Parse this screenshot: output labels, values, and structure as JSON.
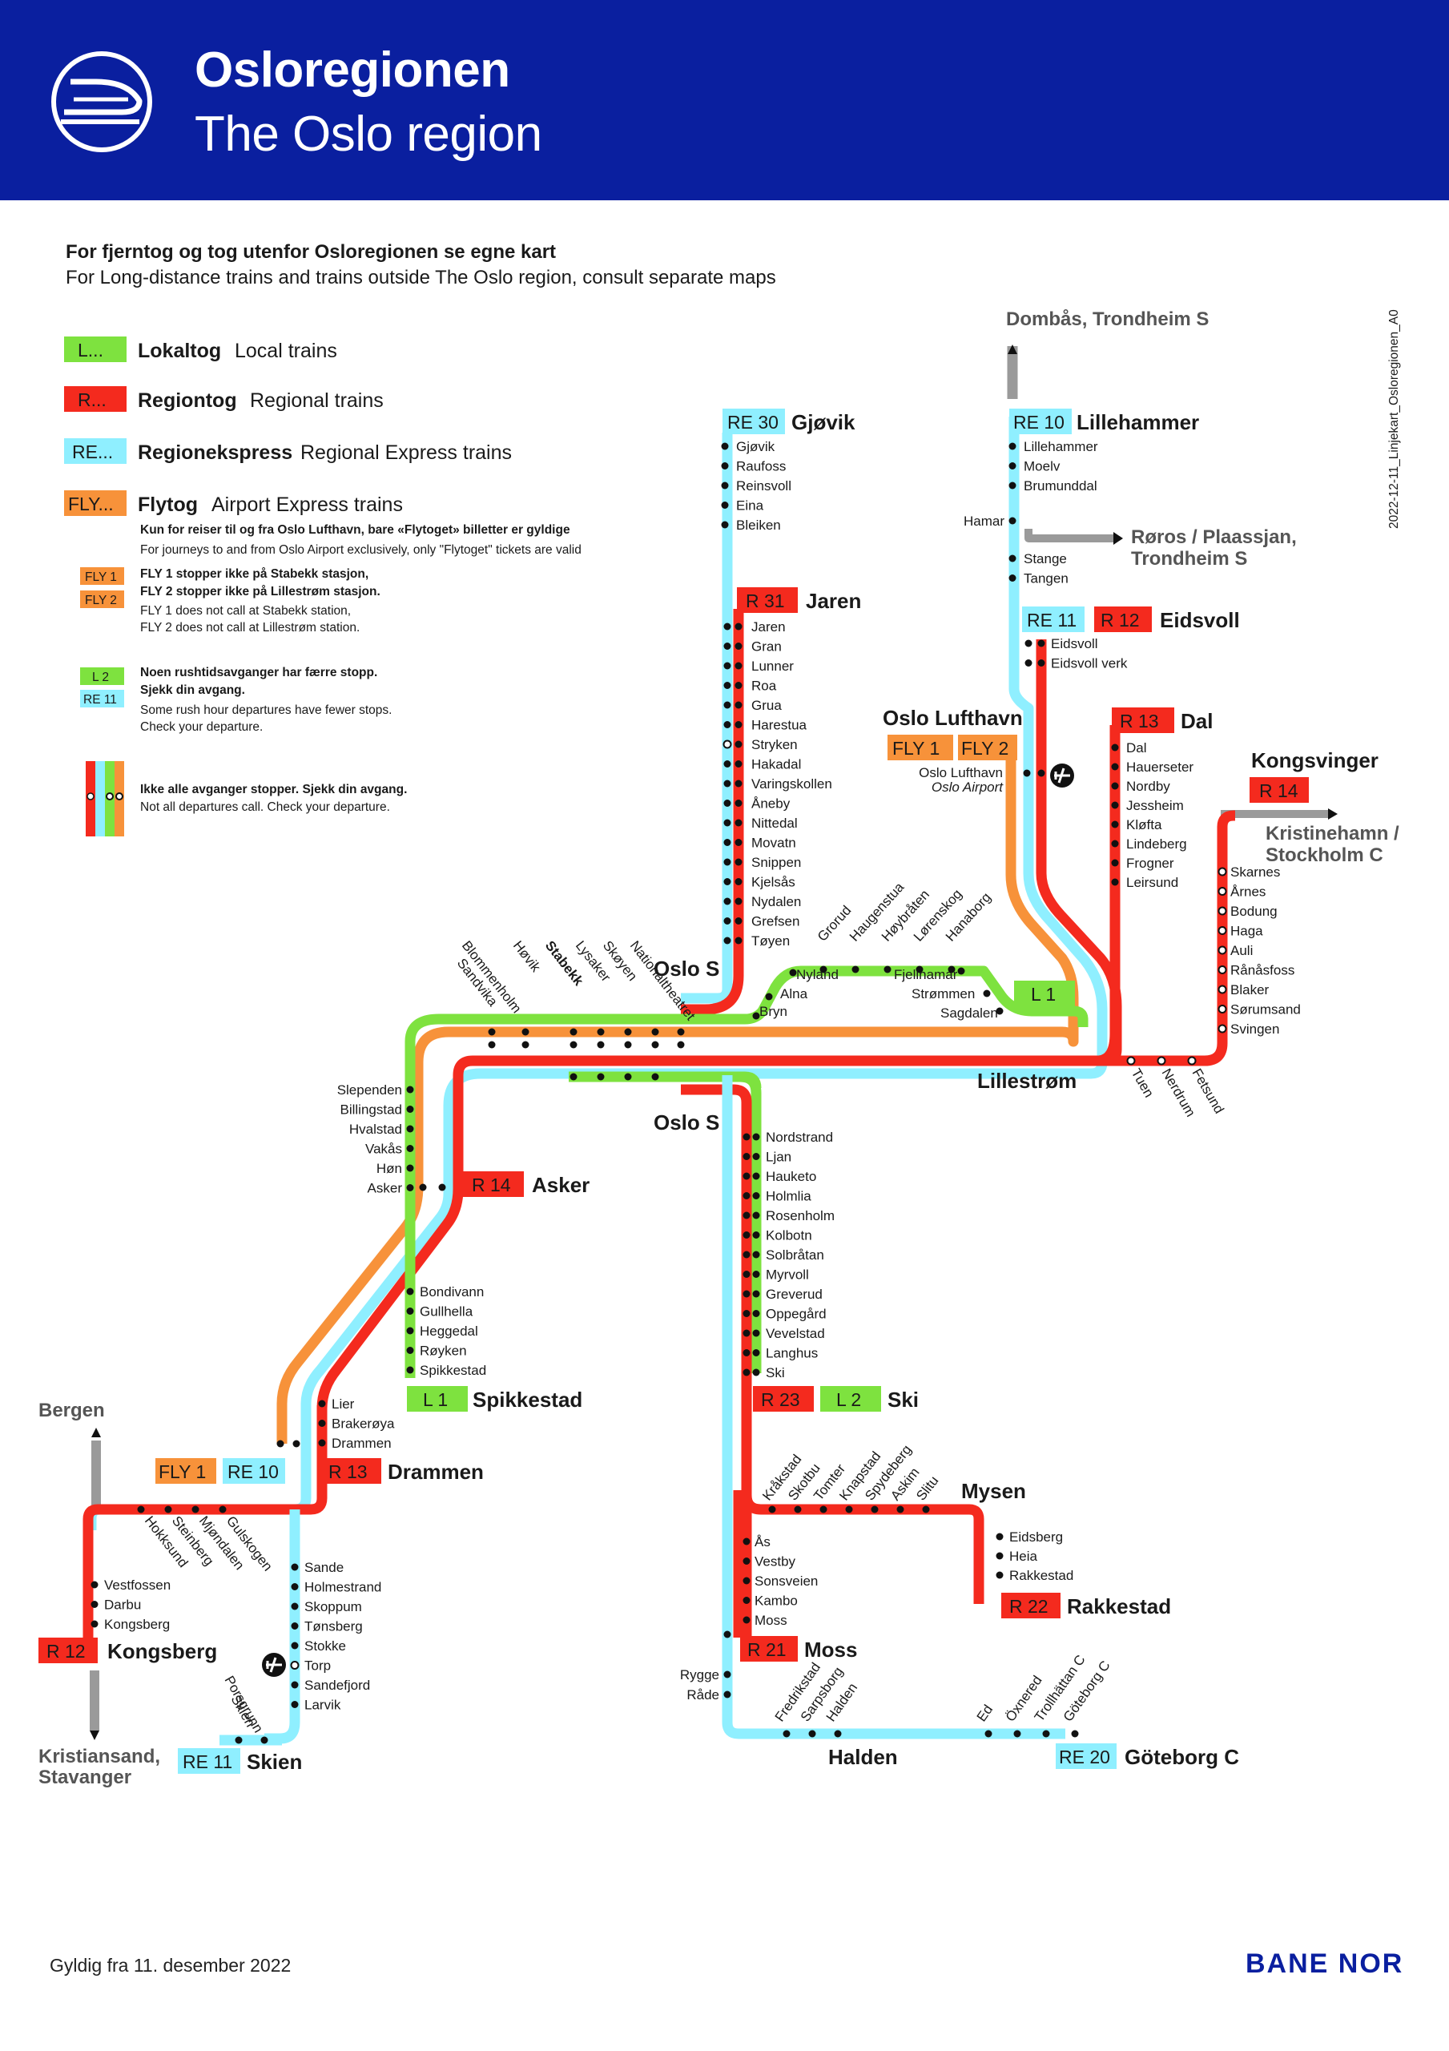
{
  "header": {
    "title_no": "Osloregionen",
    "title_en": "The Oslo region",
    "logo_icon": "train-icon"
  },
  "intro": {
    "line_no": "For fjerntog og tog utenfor Osloregionen se egne kart",
    "line_en": "For Long-distance trains and trains outside The Oslo region, consult separate maps"
  },
  "legend": {
    "local": {
      "badge": "L...",
      "bold": "Lokaltog",
      "text": "Local trains",
      "color": "#7ee23f"
    },
    "regional": {
      "badge": "R...",
      "bold": "Regiontog",
      "text": "Regional trains",
      "color": "#f42a1e"
    },
    "express": {
      "badge": "RE...",
      "bold": "Regionekspress",
      "text": "Regional Express trains",
      "color": "#8fefff"
    },
    "airport": {
      "badge": "FLY...",
      "bold": "Flytog",
      "text": "Airport Express trains",
      "color": "#f7923a",
      "note_no": "Kun for reiser til og fra Oslo Lufthavn, bare «Flytoget» billetter er gyldige",
      "note_en": "For journeys to and from Oslo Airport exclusively, only \"Flytoget\" tickets are valid"
    },
    "fly_exceptions": {
      "badge1": "FLY 1",
      "badge2": "FLY 2",
      "no1": "FLY 1 stopper ikke på Stabekk stasjon,",
      "no2": "FLY 2 stopper ikke på Lillestrøm stasjon.",
      "en1": "FLY 1 does not call at Stabekk station,",
      "en2": "FLY 2 does not call at Lillestrøm station."
    },
    "rush": {
      "badge1": "L 2",
      "badge2": "RE 11",
      "no1": "Noen rushtidsavganger har færre stopp.",
      "no2": "Sjekk din avgang.",
      "en1": "Some rush hour departures have fewer stops.",
      "en2": "Check your departure."
    },
    "partial": {
      "no": "Ikke alle avganger stopper. Sjekk din avgang.",
      "en": "Not all departures call. Check your departure."
    }
  },
  "version_code": "2022-12-11_Linjekart_Osloregionen_A0",
  "lines": {
    "re30": "RE 30",
    "r31": "R 31",
    "re10_top": "RE 10",
    "re11_top": "RE 11",
    "r12_top": "R 12",
    "r13_top": "R 13",
    "r14_top": "R 14",
    "fly1": "FLY 1",
    "fly2": "FLY 2",
    "l1": "L 1",
    "r14_asker": "R 14",
    "l1_spikk": "L 1",
    "r23": "R 23",
    "l2": "L 2",
    "fly1_dr": "FLY 1",
    "re10_dr": "RE 10",
    "r13_dr": "R 13",
    "r12_kb": "R 12",
    "re11_sk": "RE 11",
    "r22": "R 22",
    "r21": "R 21",
    "re20": "RE 20"
  },
  "hubs": {
    "gjovik": "Gjøvik",
    "jaren": "Jaren",
    "lillehammer": "Lillehammer",
    "eidsvoll": "Eidsvoll",
    "dal": "Dal",
    "kongsvinger": "Kongsvinger",
    "oslo_lufthavn": "Oslo Lufthavn",
    "oslo_s_top": "Oslo S",
    "oslo_s_bottom": "Oslo S",
    "lillestrom": "Lillestrøm",
    "asker": "Asker",
    "spikkestad": "Spikkestad",
    "ski": "Ski",
    "mysen": "Mysen",
    "rakkestad": "Rakkestad",
    "moss": "Moss",
    "halden": "Halden",
    "goteborg": "Göteborg C",
    "drammen": "Drammen",
    "kongsberg": "Kongsberg",
    "skien": "Skien"
  },
  "destinations": {
    "dombas": "Dombås, Trondheim S",
    "roros": "Røros / Plaassjan,",
    "roros2": "Trondheim S",
    "kristinehamn": "Kristinehamn /",
    "kristinehamn2": "Stockholm C",
    "bergen": "Bergen",
    "kristiansand": "Kristiansand,",
    "kristiansand2": "Stavanger"
  },
  "stations": {
    "gjovik_line": [
      "Gjøvik",
      "Raufoss",
      "Reinsvoll",
      "Eina",
      "Bleiken"
    ],
    "jaren_line": [
      "Jaren",
      "Gran",
      "Lunner",
      "Roa",
      "Grua",
      "Harestua",
      "Stryken",
      "Hakadal",
      "Varingskollen",
      "Åneby",
      "Nittedal",
      "Movatn",
      "Snippen",
      "Kjelsås",
      "Nydalen",
      "Grefsen",
      "Tøyen"
    ],
    "lillehammer_line": [
      "Lillehammer",
      "Moelv",
      "Brumunddal"
    ],
    "hamar": "Hamar",
    "stange_line": [
      "Stange",
      "Tangen"
    ],
    "eidsvoll_line": [
      "Eidsvoll",
      "Eidsvoll verk"
    ],
    "airport": "Oslo Lufthavn",
    "airport_en": "Oslo Airport",
    "dal_line": [
      "Dal",
      "Hauerseter",
      "Nordby",
      "Jessheim",
      "Kløfta",
      "Lindeberg",
      "Frogner",
      "Leirsund"
    ],
    "kongsvinger_line": [
      "Skarnes",
      "Årnes",
      "Bodung",
      "Haga",
      "Auli",
      "Rånåsfoss",
      "Blaker",
      "Sørumsand",
      "Svingen"
    ],
    "east_bottom": [
      "Tuen",
      "Nerdrum",
      "Fetsund"
    ],
    "grorud_line": [
      "Grorud",
      "Haugenstua",
      "Høybråten",
      "Lørenskog",
      "Hanaborg"
    ],
    "nyland": [
      "Nyland",
      "Alna",
      "Bryn"
    ],
    "fjellhamar": [
      "Fjellhamar",
      "Strømmen",
      "Sagdalen"
    ],
    "west_rot": [
      "Blommenholm",
      "Sandvika",
      "Høvik",
      "Stabekk",
      "Lysaker",
      "Skøyen",
      "Nationaltheatret"
    ],
    "spikkestad_upper": [
      "Slependen",
      "Billingstad",
      "Hvalstad",
      "Vakås",
      "Høn",
      "Asker"
    ],
    "spikkestad_lower": [
      "Bondivann",
      "Gullhella",
      "Heggedal",
      "Røyken",
      "Spikkestad"
    ],
    "ski_line": [
      "Nordstrand",
      "Ljan",
      "Hauketo",
      "Holmlia",
      "Rosenholm",
      "Kolbotn",
      "Solbråtan",
      "Myrvoll",
      "Greverud",
      "Oppegård",
      "Vevelstad",
      "Langhus",
      "Ski"
    ],
    "mysen_line": [
      "Kråkstad",
      "Skotbu",
      "Tomter",
      "Knapstad",
      "Spydeberg",
      "Askim",
      "Slitu"
    ],
    "rakkestad_line": [
      "Eidsberg",
      "Heia",
      "Rakkestad"
    ],
    "moss_line": [
      "Ås",
      "Vestby",
      "Sonsveien",
      "Kambo",
      "Moss"
    ],
    "rygge": [
      "Rygge",
      "Råde"
    ],
    "halden_line": [
      "Fredrikstad",
      "Sarpsborg",
      "Halden"
    ],
    "goteborg_line": [
      "Ed",
      "Öxnered",
      "Trollhättan C",
      "Göteborg C"
    ],
    "drammen_line": [
      "Lier",
      "Brakerøya",
      "Drammen"
    ],
    "kongsberg_rot": [
      "Hokksund",
      "Steinberg",
      "Mjøndalen",
      "Gulskogen"
    ],
    "kongsberg_line": [
      "Vestfossen",
      "Darbu",
      "Kongsberg"
    ],
    "skien_line": [
      "Sande",
      "Holmestrand",
      "Skoppum",
      "Tønsberg",
      "Stokke",
      "Torp",
      "Sandefjord",
      "Larvik"
    ],
    "skien_rot": [
      "Porsgrunn",
      "Skien"
    ]
  },
  "footer": {
    "valid": "Gyldig fra 11. desember 2022",
    "brand": "BANE NOR"
  },
  "colors": {
    "header_bg": "#0a1f9f",
    "local": "#7ee23f",
    "regional": "#f42a1e",
    "express": "#8fefff",
    "airport": "#f7923a",
    "grey": "#9a9a9a"
  }
}
